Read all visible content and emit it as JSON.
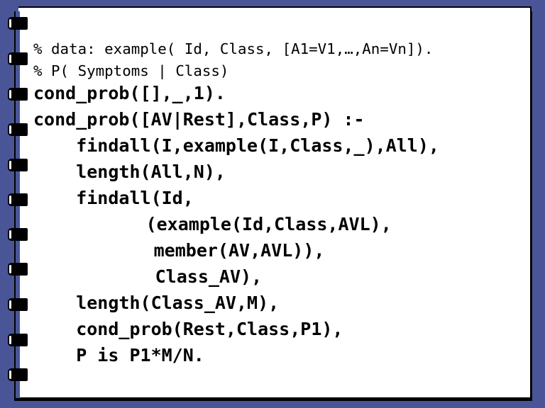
{
  "comments": [
    "% data: example( Id, Class, [A1=V1,…,An=Vn]).",
    "% P( Symptoms | Class)"
  ],
  "code": [
    "cond_prob([],_,1).",
    "cond_prob([AV|Rest],Class,P) :-",
    "    findall(I,example(I,Class,_),All),",
    "    length(All,N),",
    "    findall(Id,",
    "           (example(Id,Class,AVL),",
    "            member(AV,AVL)),",
    "            Class_AV),",
    "    length(Class_AV,M),",
    "    cond_prob(Rest,Class,P1),",
    "    P is P1*M/N."
  ]
}
